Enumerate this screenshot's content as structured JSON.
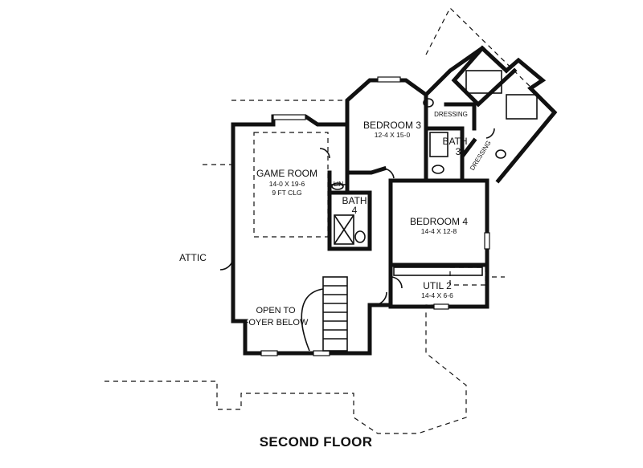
{
  "plan": {
    "title": "SECOND FLOOR",
    "rooms": {
      "game_room": {
        "name": "GAME ROOM",
        "size": "14-0 X 19-6",
        "note": "9 FT CLG"
      },
      "bedroom3": {
        "name": "BEDROOM 3",
        "size": "12-4 X 15-0"
      },
      "bath3": {
        "name": "BATH",
        "number": "3"
      },
      "bath4": {
        "name": "BATH",
        "number": "4"
      },
      "lin": {
        "name": "LIN"
      },
      "dressing_upper": {
        "name": "DRESSING"
      },
      "dressing_lower": {
        "name": "DRESSING"
      },
      "bedroom4": {
        "name": "BEDROOM 4",
        "size": "14-4 X 12-8"
      },
      "util2": {
        "name": "UTIL 2",
        "size": "14-4 X 6-6"
      },
      "open_to_foyer": {
        "line1": "OPEN TO",
        "line2": "FOYER BELOW"
      },
      "attic": {
        "name": "ATTIC"
      }
    }
  }
}
